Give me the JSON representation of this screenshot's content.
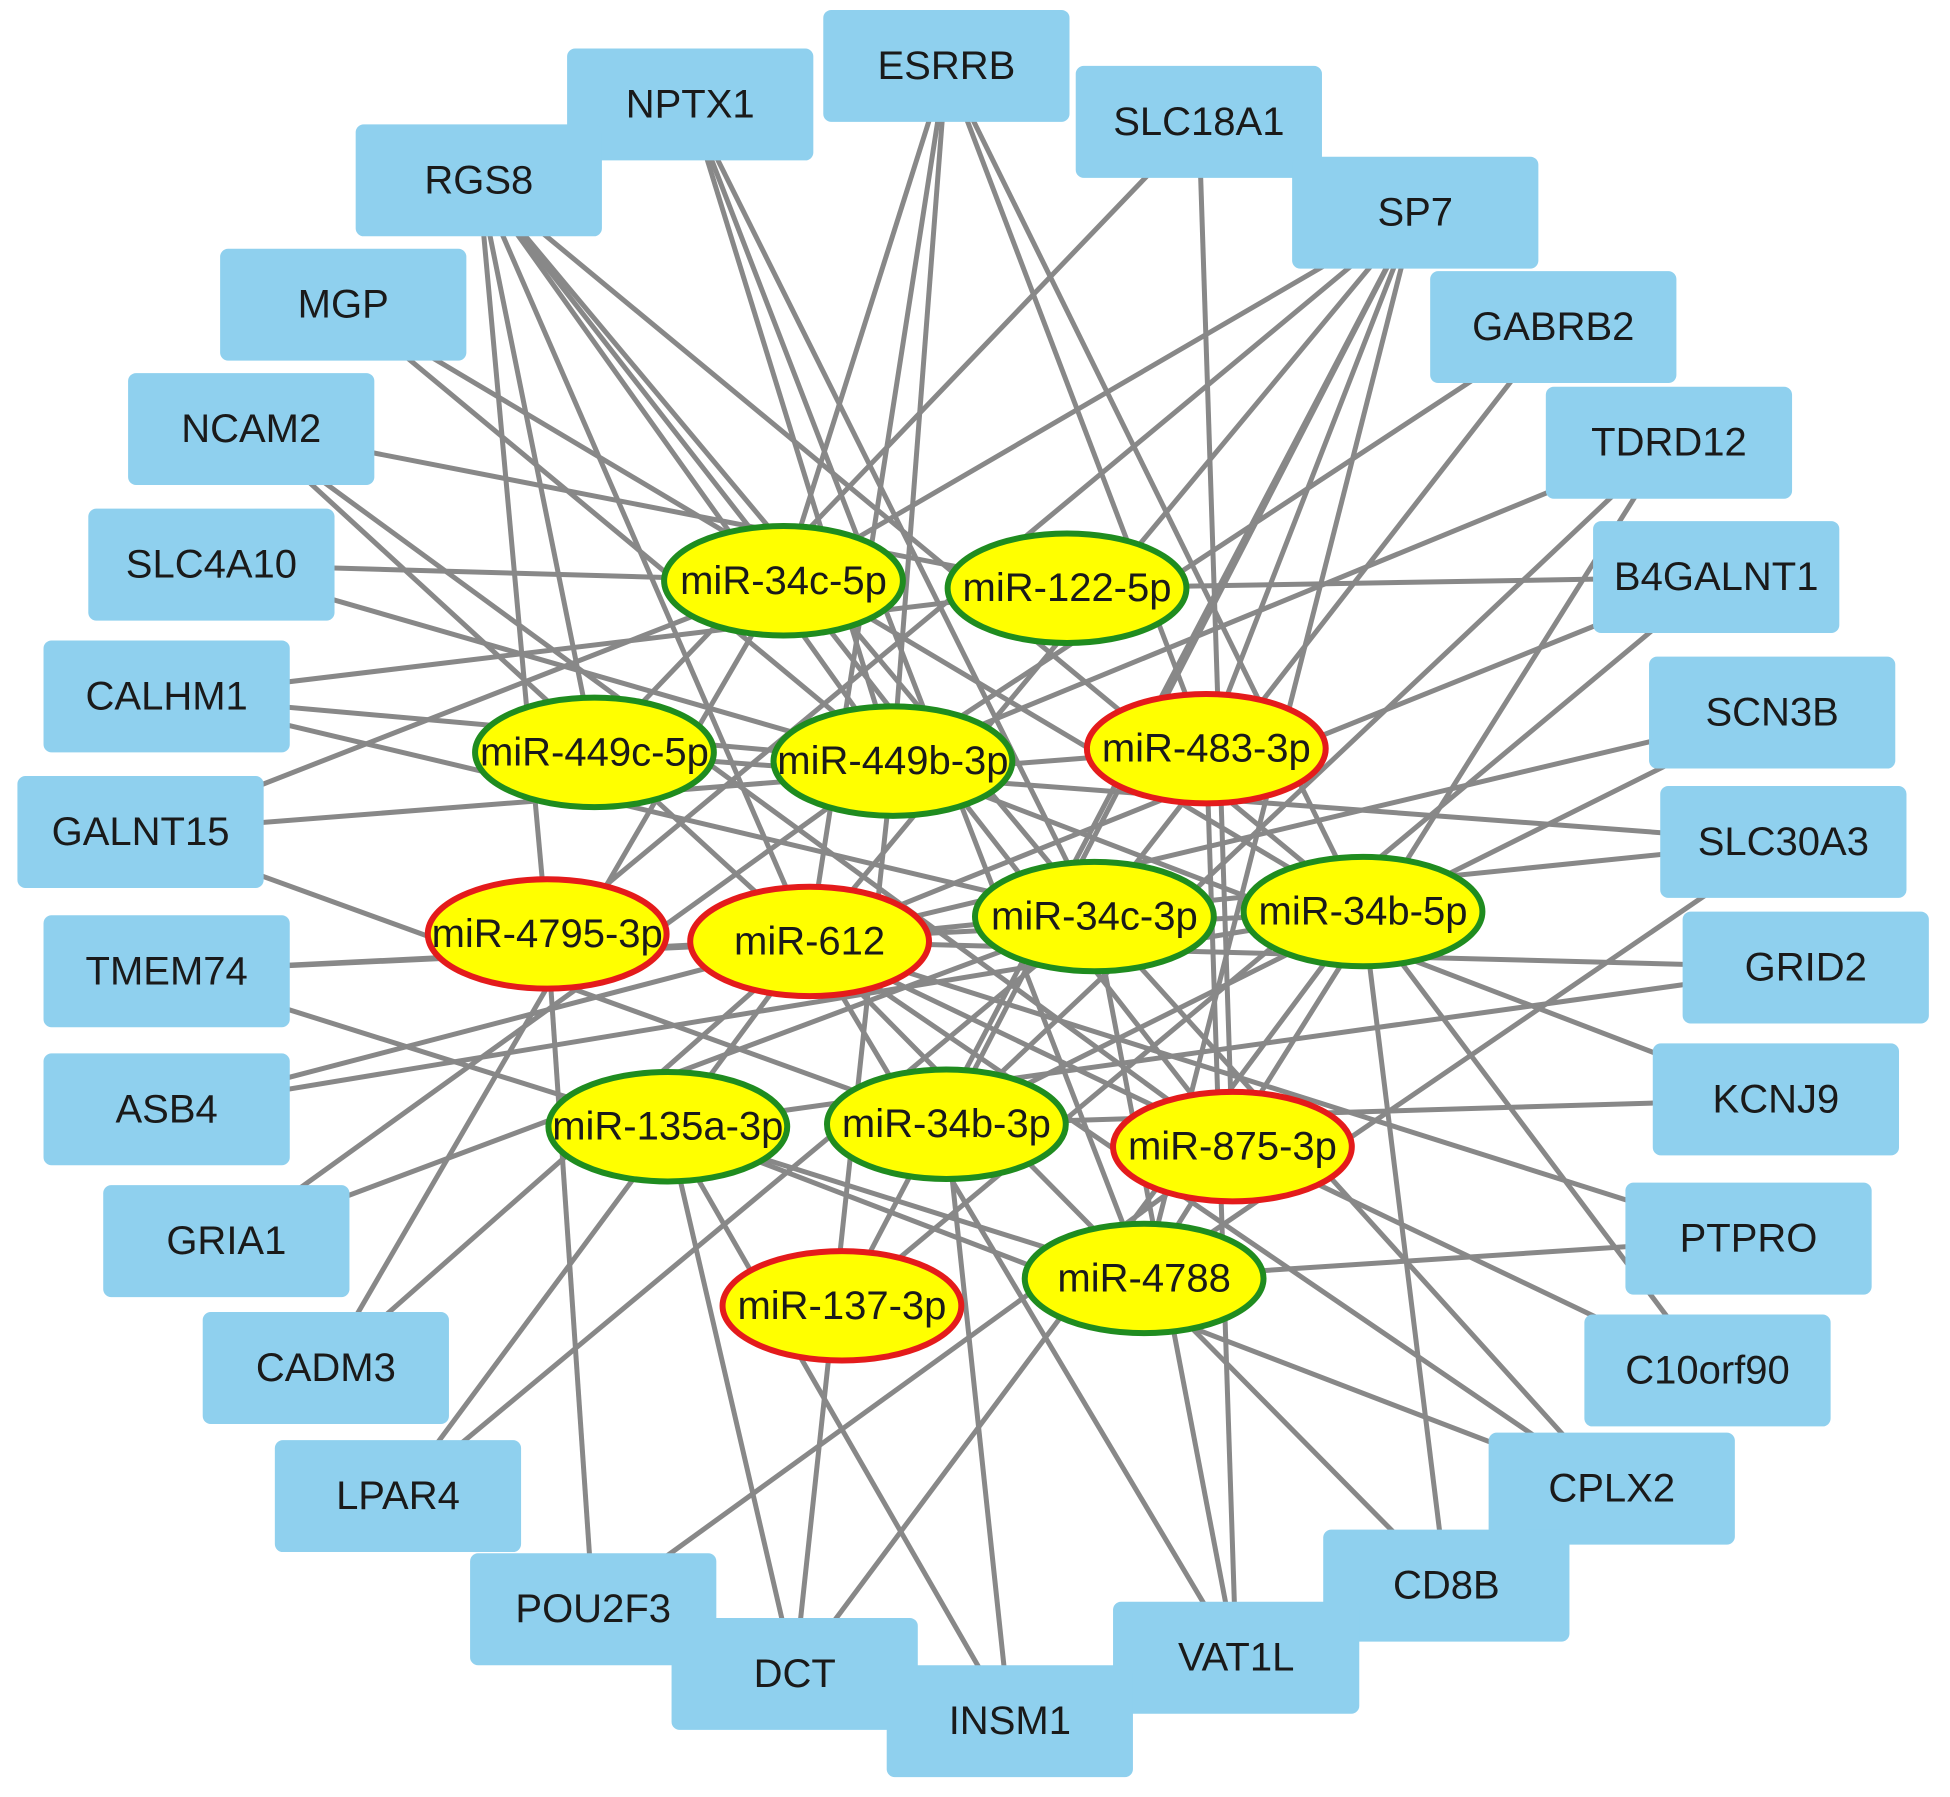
{
  "colors": {
    "gene_fill": "#8fd0ee",
    "mirna_fill": "#ffff00",
    "edge": "#888888",
    "border_green": "#1f8c1f",
    "border_red": "#e41b1b"
  },
  "genes": [
    {
      "id": "ESRRB",
      "label": "ESRRB"
    },
    {
      "id": "NPTX1",
      "label": "NPTX1"
    },
    {
      "id": "SLC18A1",
      "label": "SLC18A1"
    },
    {
      "id": "RGS8",
      "label": "RGS8"
    },
    {
      "id": "SP7",
      "label": "SP7"
    },
    {
      "id": "MGP",
      "label": "MGP"
    },
    {
      "id": "GABRB2",
      "label": "GABRB2"
    },
    {
      "id": "NCAM2",
      "label": "NCAM2"
    },
    {
      "id": "TDRD12",
      "label": "TDRD12"
    },
    {
      "id": "SLC4A10",
      "label": "SLC4A10"
    },
    {
      "id": "B4GALNT1",
      "label": "B4GALNT1"
    },
    {
      "id": "CALHM1",
      "label": "CALHM1"
    },
    {
      "id": "SCN3B",
      "label": "SCN3B"
    },
    {
      "id": "GALNT15",
      "label": "GALNT15"
    },
    {
      "id": "SLC30A3",
      "label": "SLC30A3"
    },
    {
      "id": "TMEM74",
      "label": "TMEM74"
    },
    {
      "id": "GRID2",
      "label": "GRID2"
    },
    {
      "id": "ASB4",
      "label": "ASB4"
    },
    {
      "id": "KCNJ9",
      "label": "KCNJ9"
    },
    {
      "id": "GRIA1",
      "label": "GRIA1"
    },
    {
      "id": "PTPRO",
      "label": "PTPRO"
    },
    {
      "id": "CADM3",
      "label": "CADM3"
    },
    {
      "id": "C10orf90",
      "label": "C10orf90"
    },
    {
      "id": "LPAR4",
      "label": "LPAR4"
    },
    {
      "id": "CPLX2",
      "label": "CPLX2"
    },
    {
      "id": "POU2F3",
      "label": "POU2F3"
    },
    {
      "id": "CD8B",
      "label": "CD8B"
    },
    {
      "id": "DCT",
      "label": "DCT"
    },
    {
      "id": "VAT1L",
      "label": "VAT1L"
    },
    {
      "id": "INSM1",
      "label": "INSM1"
    }
  ],
  "mirnas": [
    {
      "id": "miR-34c-5p",
      "label": "miR-34c-5p",
      "regulation": "green"
    },
    {
      "id": "miR-122-5p",
      "label": "miR-122-5p",
      "regulation": "green"
    },
    {
      "id": "miR-449c-5p",
      "label": "miR-449c-5p",
      "regulation": "green"
    },
    {
      "id": "miR-449b-3p",
      "label": "miR-449b-3p",
      "regulation": "green"
    },
    {
      "id": "miR-483-3p",
      "label": "miR-483-3p",
      "regulation": "red"
    },
    {
      "id": "miR-4795-3p",
      "label": "miR-4795-3p",
      "regulation": "red"
    },
    {
      "id": "miR-612",
      "label": "miR-612",
      "regulation": "red"
    },
    {
      "id": "miR-34c-3p",
      "label": "miR-34c-3p",
      "regulation": "green"
    },
    {
      "id": "miR-34b-5p",
      "label": "miR-34b-5p",
      "regulation": "green"
    },
    {
      "id": "miR-135a-3p",
      "label": "miR-135a-3p",
      "regulation": "green"
    },
    {
      "id": "miR-34b-3p",
      "label": "miR-34b-3p",
      "regulation": "green"
    },
    {
      "id": "miR-875-3p",
      "label": "miR-875-3p",
      "regulation": "red"
    },
    {
      "id": "miR-4788",
      "label": "miR-4788",
      "regulation": "green"
    },
    {
      "id": "miR-137-3p",
      "label": "miR-137-3p",
      "regulation": "red"
    }
  ],
  "edges": [
    [
      "ESRRB",
      "miR-34c-5p"
    ],
    [
      "ESRRB",
      "miR-449b-3p"
    ],
    [
      "ESRRB",
      "miR-612"
    ],
    [
      "ESRRB",
      "miR-34b-5p"
    ],
    [
      "ESRRB",
      "miR-483-3p"
    ],
    [
      "NPTX1",
      "miR-449b-3p"
    ],
    [
      "NPTX1",
      "miR-34c-3p"
    ],
    [
      "NPTX1",
      "miR-4788"
    ],
    [
      "SLC18A1",
      "miR-449c-5p"
    ],
    [
      "SLC18A1",
      "miR-875-3p"
    ],
    [
      "RGS8",
      "miR-449c-5p"
    ],
    [
      "RGS8",
      "miR-449b-3p"
    ],
    [
      "RGS8",
      "miR-612"
    ],
    [
      "RGS8",
      "miR-34c-3p"
    ],
    [
      "RGS8",
      "miR-34b-5p"
    ],
    [
      "RGS8",
      "miR-4795-3p"
    ],
    [
      "RGS8",
      "miR-875-3p"
    ],
    [
      "SP7",
      "miR-34c-5p"
    ],
    [
      "SP7",
      "miR-612"
    ],
    [
      "SP7",
      "miR-4795-3p"
    ],
    [
      "SP7",
      "miR-34b-3p"
    ],
    [
      "SP7",
      "miR-483-3p"
    ],
    [
      "SP7",
      "miR-4788"
    ],
    [
      "SP7",
      "miR-137-3p"
    ],
    [
      "MGP",
      "miR-449b-3p"
    ],
    [
      "MGP",
      "miR-34b-5p"
    ],
    [
      "GABRB2",
      "miR-449b-3p"
    ],
    [
      "GABRB2",
      "miR-34c-3p"
    ],
    [
      "NCAM2",
      "miR-122-5p"
    ],
    [
      "NCAM2",
      "miR-612"
    ],
    [
      "NCAM2",
      "miR-875-3p"
    ],
    [
      "TDRD12",
      "miR-449b-3p"
    ],
    [
      "TDRD12",
      "miR-4788"
    ],
    [
      "TDRD12",
      "miR-34b-3p"
    ],
    [
      "SLC4A10",
      "miR-34c-5p"
    ],
    [
      "SLC4A10",
      "miR-449b-3p"
    ],
    [
      "B4GALNT1",
      "miR-122-5p"
    ],
    [
      "B4GALNT1",
      "miR-612"
    ],
    [
      "B4GALNT1",
      "miR-137-3p"
    ],
    [
      "CALHM1",
      "miR-122-5p"
    ],
    [
      "CALHM1",
      "miR-449b-3p"
    ],
    [
      "CALHM1",
      "miR-34c-3p"
    ],
    [
      "SCN3B",
      "miR-612"
    ],
    [
      "SCN3B",
      "miR-34b-3p"
    ],
    [
      "GALNT15",
      "miR-34c-5p"
    ],
    [
      "GALNT15",
      "miR-483-3p"
    ],
    [
      "GALNT15",
      "miR-34b-3p"
    ],
    [
      "SLC30A3",
      "miR-449c-5p"
    ],
    [
      "SLC30A3",
      "miR-612"
    ],
    [
      "SLC30A3",
      "miR-4788"
    ],
    [
      "TMEM74",
      "miR-612"
    ],
    [
      "TMEM74",
      "miR-34b-5p"
    ],
    [
      "TMEM74",
      "miR-4788"
    ],
    [
      "GRID2",
      "miR-612"
    ],
    [
      "GRID2",
      "miR-135a-3p"
    ],
    [
      "ASB4",
      "miR-612"
    ],
    [
      "ASB4",
      "miR-34b-5p"
    ],
    [
      "KCNJ9",
      "miR-449b-3p"
    ],
    [
      "KCNJ9",
      "miR-34b-3p"
    ],
    [
      "GRIA1",
      "miR-34c-3p"
    ],
    [
      "GRIA1",
      "miR-449b-3p"
    ],
    [
      "PTPRO",
      "miR-612"
    ],
    [
      "PTPRO",
      "miR-4788"
    ],
    [
      "CADM3",
      "miR-612"
    ],
    [
      "CADM3",
      "miR-34c-5p"
    ],
    [
      "C10orf90",
      "miR-612"
    ],
    [
      "C10orf90",
      "miR-34b-5p"
    ],
    [
      "LPAR4",
      "miR-612"
    ],
    [
      "LPAR4",
      "miR-34c-3p"
    ],
    [
      "CPLX2",
      "miR-612"
    ],
    [
      "CPLX2",
      "miR-34c-3p"
    ],
    [
      "CPLX2",
      "miR-135a-3p"
    ],
    [
      "POU2F3",
      "miR-4795-3p"
    ],
    [
      "POU2F3",
      "miR-875-3p"
    ],
    [
      "CD8B",
      "miR-612"
    ],
    [
      "CD8B",
      "miR-34b-5p"
    ],
    [
      "DCT",
      "miR-135a-3p"
    ],
    [
      "DCT",
      "miR-449b-3p"
    ],
    [
      "DCT",
      "miR-34b-5p"
    ],
    [
      "VAT1L",
      "miR-34c-3p"
    ],
    [
      "VAT1L",
      "miR-612"
    ],
    [
      "VAT1L",
      "miR-483-3p"
    ],
    [
      "INSM1",
      "miR-34b-3p"
    ],
    [
      "INSM1",
      "miR-135a-3p"
    ]
  ]
}
